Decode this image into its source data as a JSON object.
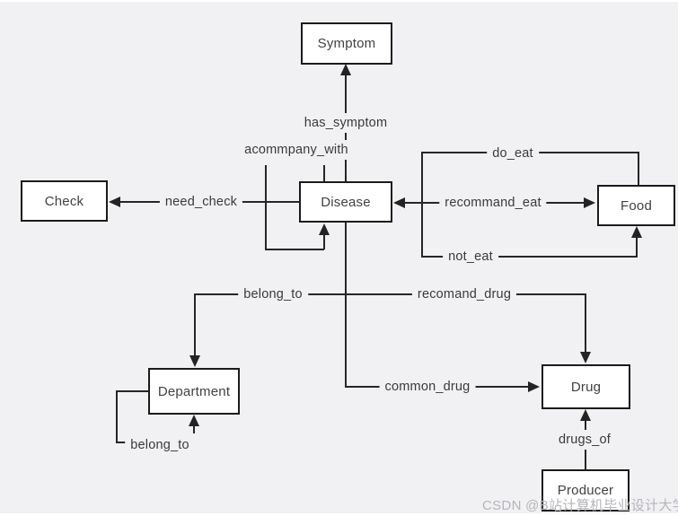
{
  "diagram": {
    "title_hint": "medical knowledge-graph schema diagram",
    "nodes": {
      "symptom": {
        "label": "Symptom"
      },
      "check": {
        "label": "Check"
      },
      "disease": {
        "label": "Disease"
      },
      "food": {
        "label": "Food"
      },
      "department": {
        "label": "Department"
      },
      "drug": {
        "label": "Drug"
      },
      "producer": {
        "label": "Producer"
      }
    },
    "edges": {
      "has_symptom": {
        "label": "has_symptom"
      },
      "acommpany_with": {
        "label": "acommpany_with"
      },
      "need_check": {
        "label": "need_check"
      },
      "do_eat": {
        "label": "do_eat"
      },
      "recommand_eat": {
        "label": "recommand_eat"
      },
      "not_eat": {
        "label": "not_eat"
      },
      "belong_to_top": {
        "label": "belong_to"
      },
      "recomand_drug": {
        "label": "recomand_drug"
      },
      "common_drug": {
        "label": "common_drug"
      },
      "belong_to_self": {
        "label": "belong_to"
      },
      "drugs_of": {
        "label": "drugs_of"
      }
    },
    "watermark": "CSDN @B站计算机毕业设计大学",
    "colors": {
      "background": "#f1f1f4",
      "box_fill": "#ffffff",
      "box_border": "#1b1b1b",
      "line": "#262626",
      "label_text": "#3a3a3a",
      "watermark_text": "#b5b5ba"
    }
  }
}
